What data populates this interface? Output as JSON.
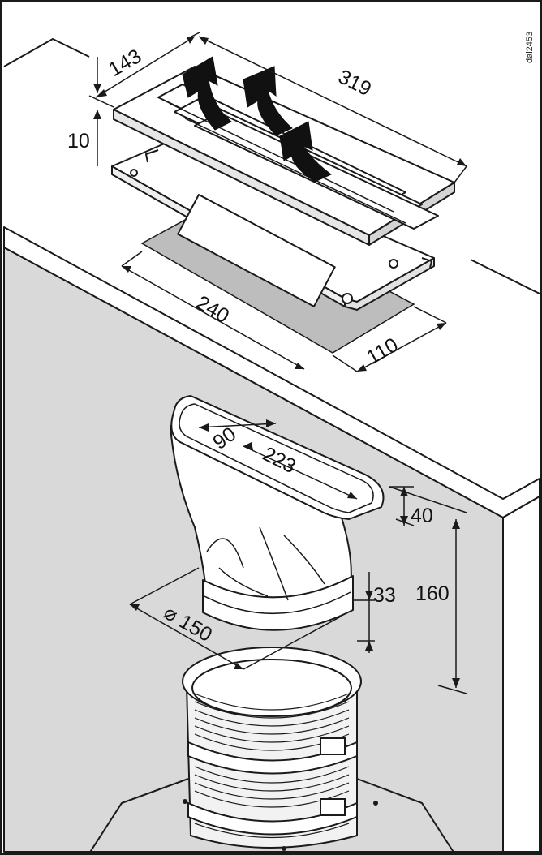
{
  "figure": {
    "reference_code": "dal2453",
    "dimensions": {
      "grille_depth": "143",
      "grille_length": "319",
      "grille_height": "10",
      "cutout_length": "240",
      "cutout_width": "110",
      "adapter_width": "90",
      "adapter_length": "223",
      "adapter_top_offset": "40",
      "adapter_total_height": "160",
      "collar_height": "33",
      "collar_diameter": "⌀ 150"
    }
  },
  "colors": {
    "line": "#1a1a1a",
    "panel_gray": "#d9d9d9",
    "cutout_gray": "#bdbdbd",
    "grille_fill": "#ffffff"
  }
}
